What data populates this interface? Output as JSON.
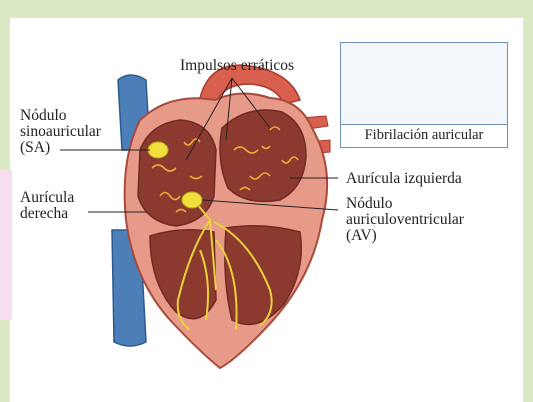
{
  "labels": {
    "impulses": "Impulsos erráticos",
    "sa_node": "Nódulo\nsinoauricular\n(SA)",
    "right_atrium": "Aurícula\nderecha",
    "left_atrium": "Aurícula izquierda",
    "av_node": "Nódulo\nauriculoventricular\n(AV)",
    "ecg_caption": "Fibrilación auricular"
  },
  "colors": {
    "background_frame": "#dbe8c4",
    "heart_tissue": "#e89a88",
    "heart_dark": "#a84a3c",
    "vein": "#4c7fb8",
    "conduction": "#e8d23a",
    "ecg_trace": "#2f63b0"
  }
}
